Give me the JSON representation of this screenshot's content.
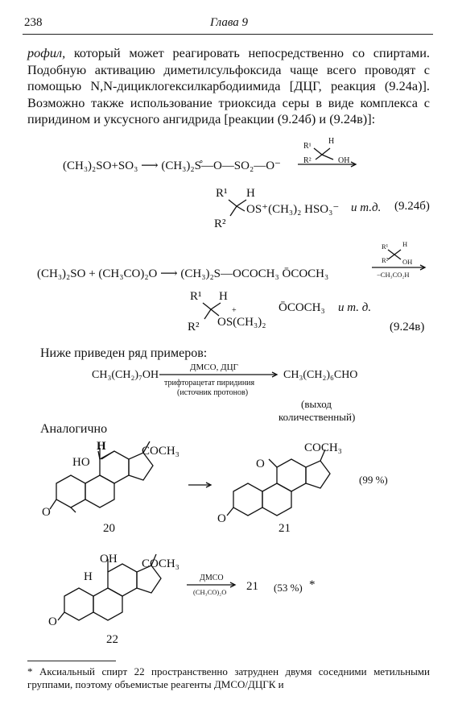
{
  "header": {
    "page_number": "238",
    "chapter": "Глава 9"
  },
  "intro": {
    "italic_start": "рофил,",
    "text": " который может реагировать непосредственно со спиртами. Подобную активацию диметилсульфоксида чаще всего проводят с помощью N,N-дициклогексилкарбодиимида [ДЦГ, реакция (9.24а)]. Возможно также использование триоксида серы в виде комплекса с пиридином и уксусного ангидрида [реакции (9.24б) и (9.24в)]:"
  },
  "reaction_b": {
    "line1": "(CH₃)₂SO+SO₃ ⟶ (CH₃)₂S̊—O—SO₂—O⁻",
    "plus_sign": "+",
    "arrow_r1": "R¹",
    "arrow_r2": "R²",
    "arrow_h": "H",
    "arrow_oh": "OH",
    "r1": "R¹",
    "h": "H",
    "r2": "R²",
    "product": "OS⁺(CH₃)₂  HSO₃⁻",
    "etc": "и т.д.",
    "label": "(9.24б)"
  },
  "reaction_v": {
    "line1": "(CH₃)₂SO + (CH₃CO)₂O ⟶ (CH₃)₂S—OCOCH₃ ŌCOCH₃",
    "plus_sign": "+",
    "arrow_r1": "R¹",
    "arrow_r2": "R²",
    "arrow_h": "H",
    "arrow_oh": "OH",
    "arrow_below": "−CH₃CO₂H",
    "r1": "R¹",
    "h": "H",
    "r2": "R²",
    "product": "OS(CH₃)₂",
    "product_plus": "+",
    "counter_ion": "ŌCOCH₃",
    "etc": "и т. д.",
    "label": "(9.24в)"
  },
  "examples": {
    "heading": "Ниже приведен ряд примеров:",
    "reactant": "CH₃(CH₂)₇OH",
    "reagent_above": "ДМСО, ДЦГ",
    "reagent_below1": "трифторацетат пиридиния",
    "reagent_below2": "(источник протонов)",
    "product": "CH₃(CH₂)₆CHO",
    "yield1": "(выход",
    "yield2": "количественный)"
  },
  "analog": {
    "heading": "Аналогично",
    "c20_h": "H",
    "c20_ho": "HO",
    "c20_acyl": "COCH₃",
    "c20_o": "O",
    "c20_label": "20",
    "c21_o_top": "O",
    "c21_acyl": "COCH₃",
    "c21_o": "O",
    "c21_label": "21",
    "yield_a": "(99 %)",
    "c22_oh": "OH",
    "c22_h": "H",
    "c22_acyl": "COCH₃",
    "c22_o": "O",
    "c22_label": "22",
    "reagent_above": "ДМСО",
    "reagent_below": "(CH₃CO)₂O",
    "product_num": "21",
    "yield_b": "(53 %)",
    "footnote_mark": "*"
  },
  "footnote": {
    "text": "* Аксиальный спирт 22 пространственно затруднен двумя соседними метильными группами, поэтому объемистые реагенты ДМСО/ДЦГК и"
  }
}
